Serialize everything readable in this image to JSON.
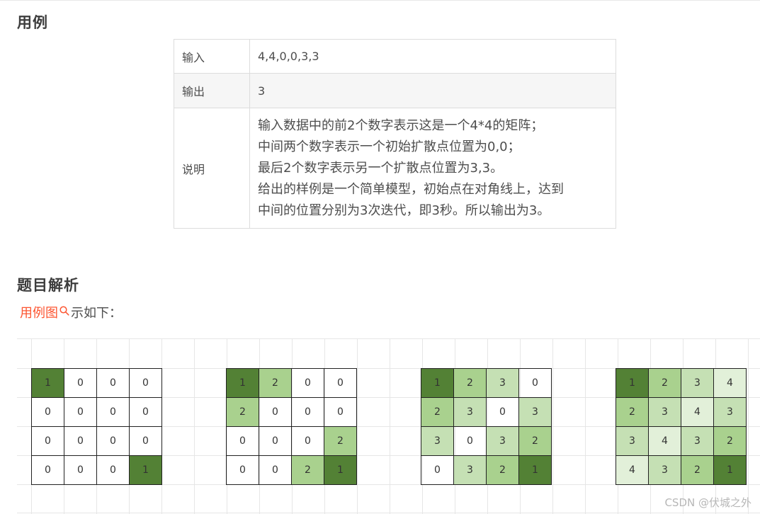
{
  "section1": {
    "title": "用例"
  },
  "example": {
    "rows": [
      {
        "key": "输入",
        "value": "4,4,0,0,3,3"
      },
      {
        "key": "输出",
        "value": "3"
      }
    ],
    "explain_key": "说明",
    "explain_lines": [
      "输入数据中的前2个数字表示这是一个4*4的矩阵；",
      "中间两个数字表示一个初始扩散点位置为0,0；",
      "最后2个数字表示另一个扩散点位置为3,3。",
      "给出的样例是一个简单模型，初始点在对角线上，达到",
      "中间的位置分别为3次迭代，即3秒。所以输出为3。"
    ]
  },
  "section2": {
    "title": "题目解析"
  },
  "intro": {
    "link_text": "用例图",
    "rest_text": "示如下：",
    "icon": "search-icon"
  },
  "colors": {
    "level1": "#538135",
    "level2": "#a9d18e",
    "level3": "#c5e0b4",
    "level4": "#e2f0d9",
    "link": "#fc5531"
  },
  "matrices": [
    [
      [
        1,
        0,
        0,
        0
      ],
      [
        0,
        0,
        0,
        0
      ],
      [
        0,
        0,
        0,
        0
      ],
      [
        0,
        0,
        0,
        1
      ]
    ],
    [
      [
        1,
        2,
        0,
        0
      ],
      [
        2,
        0,
        0,
        0
      ],
      [
        0,
        0,
        0,
        2
      ],
      [
        0,
        0,
        2,
        1
      ]
    ],
    [
      [
        1,
        2,
        3,
        0
      ],
      [
        2,
        3,
        0,
        3
      ],
      [
        3,
        0,
        3,
        2
      ],
      [
        0,
        3,
        2,
        1
      ]
    ],
    [
      [
        1,
        2,
        3,
        4
      ],
      [
        2,
        3,
        4,
        3
      ],
      [
        3,
        4,
        3,
        2
      ],
      [
        4,
        3,
        2,
        1
      ]
    ]
  ],
  "watermark": "CSDN @伏城之外"
}
